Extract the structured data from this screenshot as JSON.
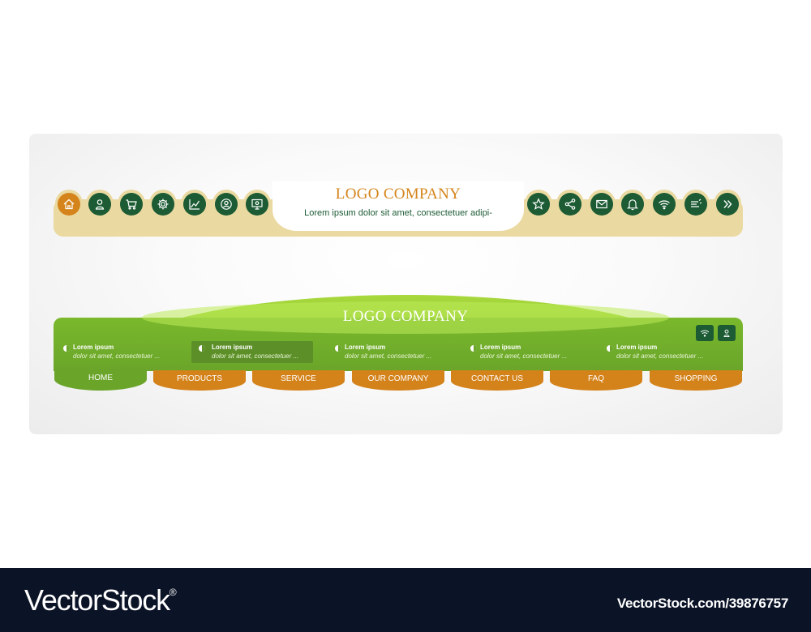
{
  "header1": {
    "logo": "LOGO COMPANY",
    "tagline": "Lorem ipsum dolor sit amet, consectetuer adipi-",
    "left_icons": [
      "home-icon",
      "user-icon",
      "cart-icon",
      "gear-icon",
      "chart-icon",
      "contact-icon",
      "presentation-icon"
    ],
    "right_icons": [
      "star-icon",
      "share-icon",
      "mail-icon",
      "bell-icon",
      "wifi-icon",
      "list-icon",
      "double-chevron-right-icon"
    ],
    "active_icon": "home-icon"
  },
  "header2": {
    "logo": "LOGO COMPANY",
    "corner_icons": [
      "wifi-icon",
      "user-icon"
    ],
    "info_items": [
      {
        "title": "Lorem ipsum",
        "text": "dolor sit amet, consectetuer ..."
      },
      {
        "title": "Lorem ipsum",
        "text": "dolor sit amet, consectetuer ..."
      },
      {
        "title": "Lorem ipsum",
        "text": "dolor sit amet, consectetuer ..."
      },
      {
        "title": "Lorem ipsum",
        "text": "dolor sit amet, consectetuer ..."
      },
      {
        "title": "Lorem ipsum",
        "text": "dolor sit amet, consectetuer ..."
      }
    ],
    "nav": [
      "HOME",
      "PRODUCTS",
      "SERVICE",
      "OUR COMPANY",
      "CONTACT US",
      "FAQ",
      "SHOPPING"
    ]
  },
  "footer": {
    "brand": "VectorStock",
    "brand_mark": "®",
    "image_id": "VectorStock.com/39876757"
  },
  "colors": {
    "dark_green": "#1c5b34",
    "orange": "#d4841a",
    "beige": "#ead9a0",
    "green": "#6aa52a",
    "footer": "#0b1327"
  }
}
